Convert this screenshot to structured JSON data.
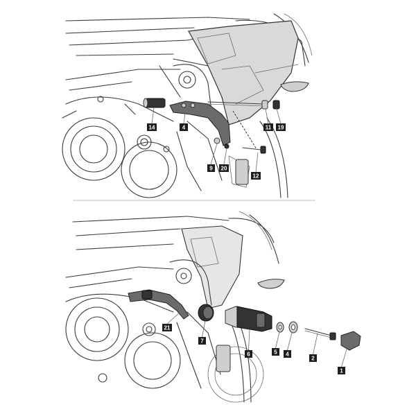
{
  "panels": [
    {
      "id": "top",
      "labels": [
        {
          "key": "p14",
          "text": "14"
        },
        {
          "key": "p4",
          "text": "4"
        },
        {
          "key": "p9",
          "text": "9"
        },
        {
          "key": "p20",
          "text": "20"
        },
        {
          "key": "p12",
          "text": "12"
        },
        {
          "key": "p11",
          "text": "11"
        },
        {
          "key": "p19",
          "text": "19"
        }
      ]
    },
    {
      "id": "bottom",
      "labels": [
        {
          "key": "p21",
          "text": "21"
        },
        {
          "key": "p7",
          "text": "7"
        },
        {
          "key": "p6",
          "text": "6"
        },
        {
          "key": "p5",
          "text": "5"
        },
        {
          "key": "p4b",
          "text": "4"
        },
        {
          "key": "p2",
          "text": "2"
        },
        {
          "key": "p1",
          "text": "1"
        }
      ]
    }
  ],
  "colors": {
    "line": "#3a3a3a",
    "part_fill": "#6b6b6b",
    "label_bg": "#1e1e1e",
    "label_text": "#ffffff",
    "divider": "#bdbdbd"
  }
}
